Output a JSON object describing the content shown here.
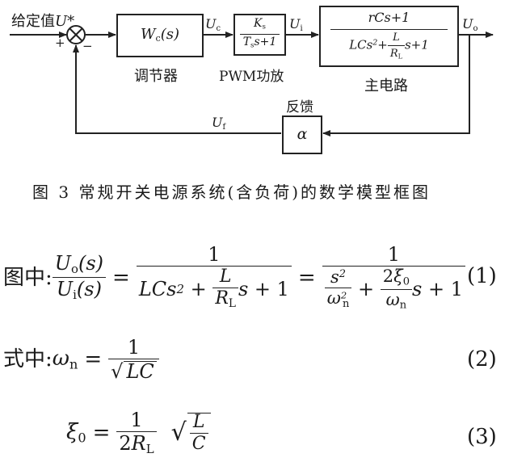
{
  "figure": {
    "input_label": "给定值",
    "input_symbol": "U*",
    "plus_sign": "+",
    "minus_sign": "−",
    "controller": {
      "tf": "Wc(s)",
      "caption": "调节器"
    },
    "uc": "Uc",
    "pwm": {
      "num": "Ks",
      "den": "Tss+1",
      "caption": "PWM功放"
    },
    "ui": "Ui",
    "plant": {
      "num": "rCs+1",
      "caption": "主电路"
    },
    "output": "Uo",
    "feedback": {
      "caption": "反馈",
      "gain": "α",
      "signal": "Uf"
    },
    "caption": "图 3   常规开关电源系统(含负荷)的数学模型框图"
  },
  "equations": {
    "eq1": {
      "lead": "图中:",
      "number": "(1)"
    },
    "eq2": {
      "lead": "式中:",
      "number": "(2)"
    },
    "eq3": {
      "number": "(3)"
    }
  }
}
